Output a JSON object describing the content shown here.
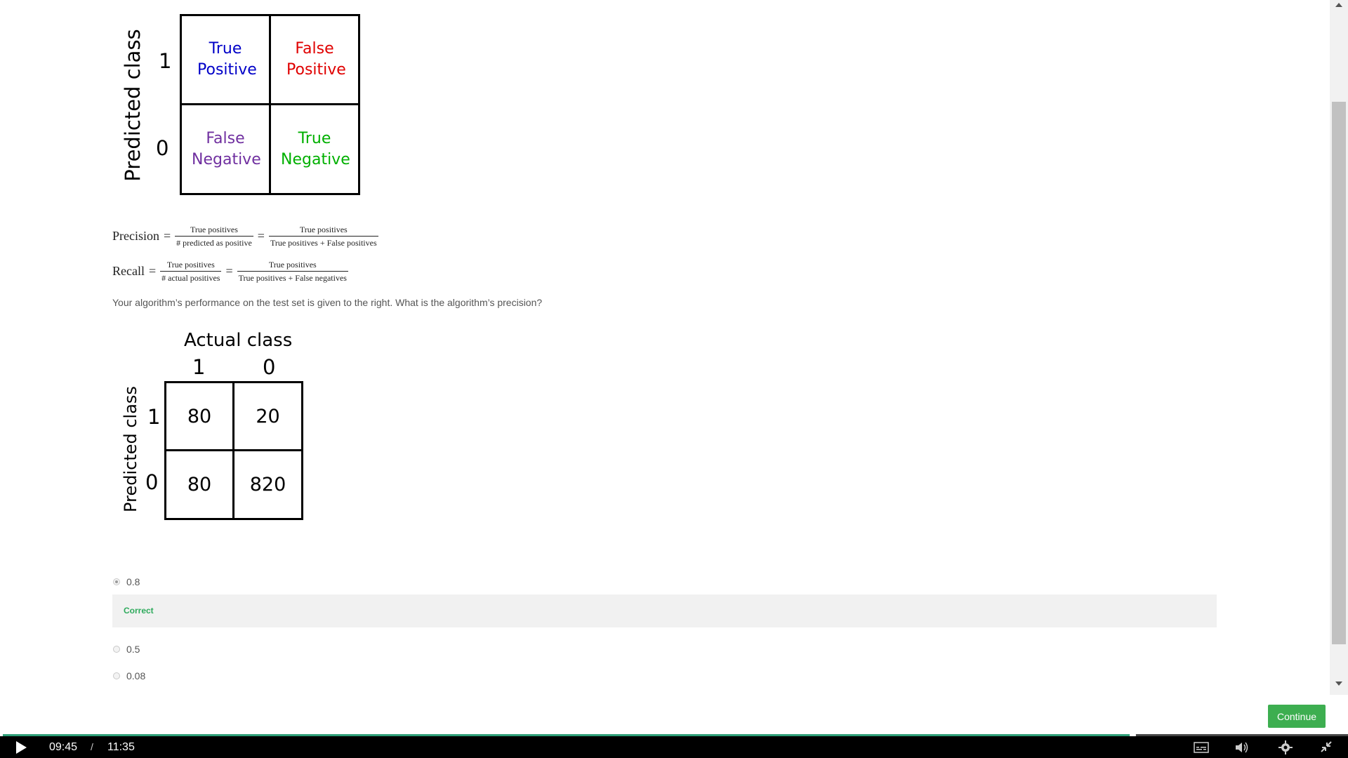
{
  "matrix_top": {
    "predicted_label": "Predicted class",
    "row_labels": [
      "1",
      "0"
    ],
    "cells": [
      {
        "text": "True Positive",
        "color": "#0000c8"
      },
      {
        "text": "False Positive",
        "color": "#e00000"
      },
      {
        "text": "False Negative",
        "color": "#7030a0"
      },
      {
        "text": "True Negative",
        "color": "#00b000"
      }
    ]
  },
  "formulas": {
    "precision": {
      "lhs": "Precision",
      "eq": "=",
      "frac1_num": "True positives",
      "frac1_den": "# predicted as positive",
      "frac2_num": "True positives",
      "frac2_den": "True positives + False positives"
    },
    "recall": {
      "lhs": "Recall",
      "eq": "=",
      "frac1_num": "True positives",
      "frac1_den": "# actual positives",
      "frac2_num": "True positives",
      "frac2_den": "True positives + False negatives"
    }
  },
  "question": "Your algorithm’s performance on the test set is given to the right. What is the algorithm’s precision?",
  "matrix_values": {
    "actual_label": "Actual class",
    "col_labels": [
      "1",
      "0"
    ],
    "predicted_label": "Predicted class",
    "row_labels": [
      "1",
      "0"
    ],
    "cells": [
      "80",
      "20",
      "80",
      "820"
    ]
  },
  "options": [
    {
      "label": "0.8",
      "selected": true
    },
    {
      "label": "0.5",
      "selected": false
    },
    {
      "label": "0.08",
      "selected": false
    }
  ],
  "feedback": "Correct",
  "continue_label": "Continue",
  "player": {
    "current_time": "09:45",
    "separator": "/",
    "duration": "11:35",
    "progress": 0.84,
    "icons": [
      "play-icon",
      "captions-icon",
      "volume-icon",
      "settings-icon",
      "exit-fullscreen-icon"
    ]
  }
}
